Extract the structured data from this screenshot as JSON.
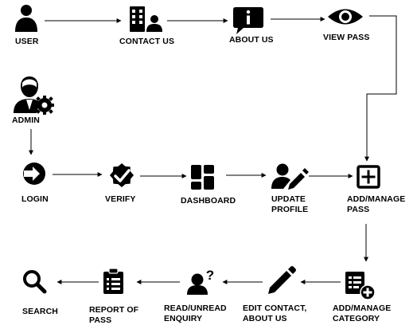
{
  "nodes": {
    "user": {
      "label": "USER",
      "icon": "user-icon"
    },
    "contact_us": {
      "label": "CONTACT US",
      "icon": "contact-building-icon"
    },
    "about_us": {
      "label": "ABOUT US",
      "icon": "info-message-icon"
    },
    "view_pass": {
      "label": "VIEW PASS",
      "icon": "eye-icon"
    },
    "admin": {
      "label": "ADMIN",
      "icon": "admin-gear-icon"
    },
    "login": {
      "label": "LOGIN",
      "icon": "login-arrow-icon"
    },
    "verify": {
      "label": "VERIFY",
      "icon": "verified-badge-icon"
    },
    "dashboard": {
      "label": "DASHBOARD",
      "icon": "dashboard-tiles-icon"
    },
    "update_profile": {
      "label": "UPDATE\nPROFILE",
      "icon": "user-edit-icon"
    },
    "add_manage_pass": {
      "label": "ADD/MANAGE\nPASS",
      "icon": "plus-square-icon"
    },
    "add_manage_category": {
      "label": "ADD/MANAGE\nCATEGORY",
      "icon": "category-add-icon"
    },
    "edit_contact": {
      "label": "EDIT CONTACT,\nABOUT US",
      "icon": "pencil-icon"
    },
    "read_unread": {
      "label": "READ/UNREAD\nENQUIRY",
      "icon": "user-question-icon"
    },
    "report_of_pass": {
      "label": "REPORT OF\nPASS",
      "icon": "clipboard-list-icon"
    },
    "search": {
      "label": "SEARCH",
      "icon": "search-icon"
    }
  },
  "edges": [
    {
      "from": "user",
      "to": "contact_us"
    },
    {
      "from": "contact_us",
      "to": "about_us"
    },
    {
      "from": "about_us",
      "to": "view_pass"
    },
    {
      "from": "view_pass",
      "to": "add_manage_pass"
    },
    {
      "from": "admin",
      "to": "login"
    },
    {
      "from": "login",
      "to": "verify"
    },
    {
      "from": "verify",
      "to": "dashboard"
    },
    {
      "from": "dashboard",
      "to": "update_profile"
    },
    {
      "from": "update_profile",
      "to": "add_manage_pass"
    },
    {
      "from": "add_manage_pass",
      "to": "add_manage_category"
    },
    {
      "from": "add_manage_category",
      "to": "edit_contact"
    },
    {
      "from": "edit_contact",
      "to": "read_unread"
    },
    {
      "from": "read_unread",
      "to": "report_of_pass"
    },
    {
      "from": "report_of_pass",
      "to": "search"
    }
  ]
}
